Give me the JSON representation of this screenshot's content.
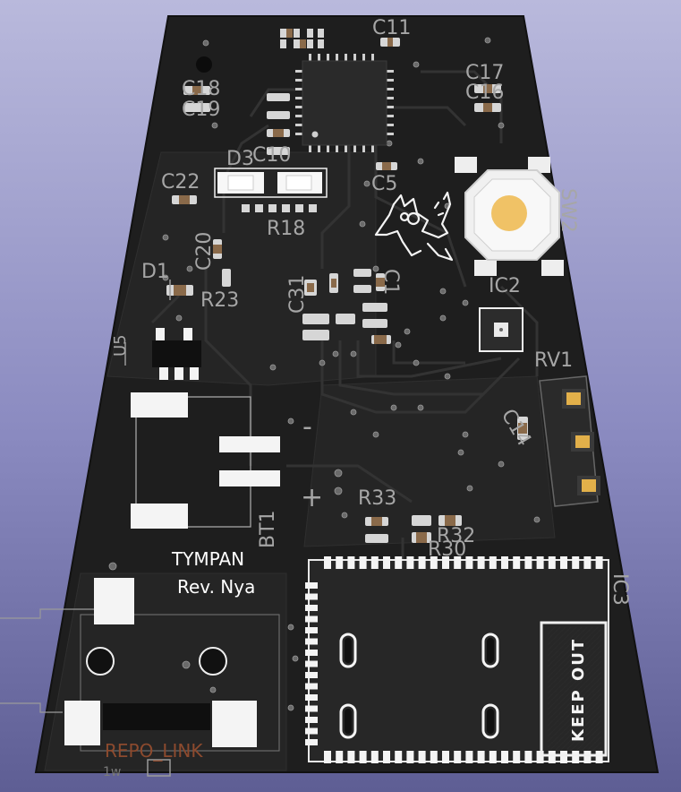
{
  "board": {
    "silk_text": {
      "line1": "TYMPAN",
      "line2": "Rev. Nya",
      "keep_out": "KEEP OUT",
      "repo_link": "REPO_LINK",
      "plus": "+",
      "minus": "-",
      "bottom_stub": "1w"
    },
    "designators": {
      "C11": "C11",
      "C17": "C17",
      "C16": "C16",
      "C18": "C18",
      "C19": "C19",
      "C10": "C10",
      "D3": "D3",
      "C22": "C22",
      "C5": "C5",
      "R18": "R18",
      "C20": "C20",
      "D1": "D1",
      "R23": "R23",
      "C31": "C31",
      "C1": "C1",
      "IC2": "IC2",
      "SW2": "SW2",
      "RV1": "RV1",
      "C14": "C14",
      "U5": "U5",
      "BT1": "BT1",
      "R33": "R33",
      "R30": "R30",
      "R32": "R32",
      "IC3": "IC3"
    },
    "colors": {
      "background_top": "#b9b9dc",
      "background_bottom": "#5e5e94",
      "board": "#1f1f1f",
      "copper": "#2b2b2b",
      "silkscreen": "#ffffff",
      "fab_text": "#a6a6a6",
      "pad_white": "#f4f4f4",
      "pad_gold": "#e2b04a",
      "repo_text": "#8c4a2e"
    },
    "icons": {
      "mascot": "cat-with-headphones-icon",
      "switch": "tactile-switch-icon"
    }
  }
}
